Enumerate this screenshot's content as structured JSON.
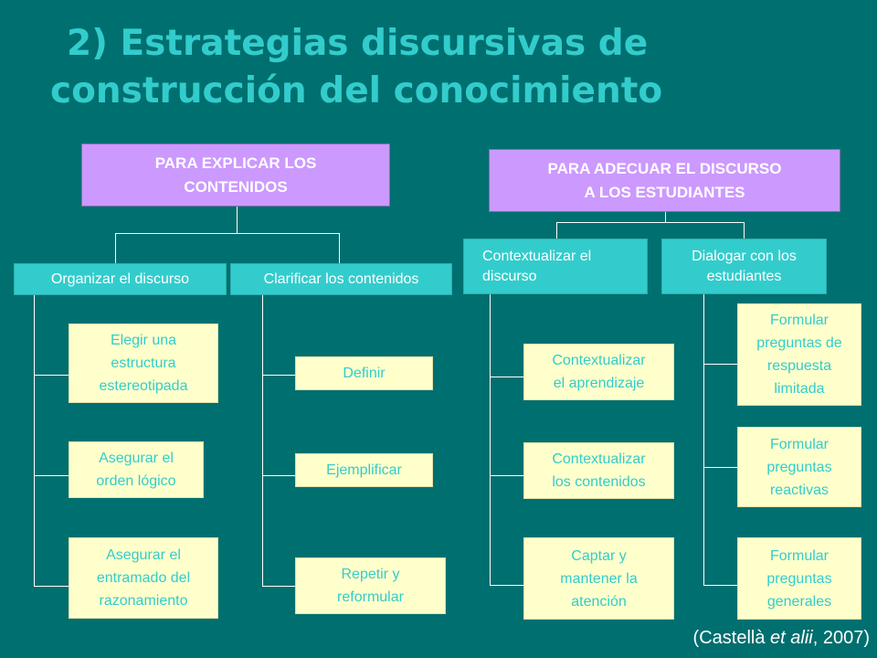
{
  "slide": {
    "title_line1": "2) Estrategias discursivas de",
    "title_line2": "construcción del conocimiento"
  },
  "left": {
    "header": "PARA EXPLICAR LOS\nCONTENIDOS",
    "branch1": {
      "label": "Organizar el discurso",
      "items": [
        "Elegir una\nestructura\nestereotipada",
        "Asegurar el\norden lógico",
        "Asegurar el\nentramado del\nrazonamiento"
      ]
    },
    "branch2": {
      "label": "Clarificar los contenidos",
      "items": [
        "Definir",
        "Ejemplificar",
        "Repetir y\nreformular"
      ]
    }
  },
  "right": {
    "header": "PARA ADECUAR EL DISCURSO\nA LOS ESTUDIANTES",
    "branch1": {
      "label": "Contextualizar el\ndiscurso",
      "items": [
        "Contextualizar\nel aprendizaje",
        "Contextualizar\nlos contenidos",
        "Captar y\nmantener la\natención"
      ]
    },
    "branch2": {
      "label": "Dialogar con los\nestudiantes",
      "items": [
        "Formular\npreguntas de\nrespuesta\nlimitada",
        "Formular\npreguntas\nreactivas",
        "Formular\npreguntas\ngenerales"
      ]
    }
  },
  "citation": {
    "prefix": "(Castellà ",
    "italic": "et alii",
    "suffix": ", 2007)"
  },
  "colors": {
    "background": "#006F6F",
    "title": "#33CCCC",
    "header_box": "#CC99FF",
    "branch_box": "#33CCCC",
    "leaf_box": "#FFFFCC",
    "leaf_text": "#33CCCC",
    "connector": "#FFFFFF"
  }
}
